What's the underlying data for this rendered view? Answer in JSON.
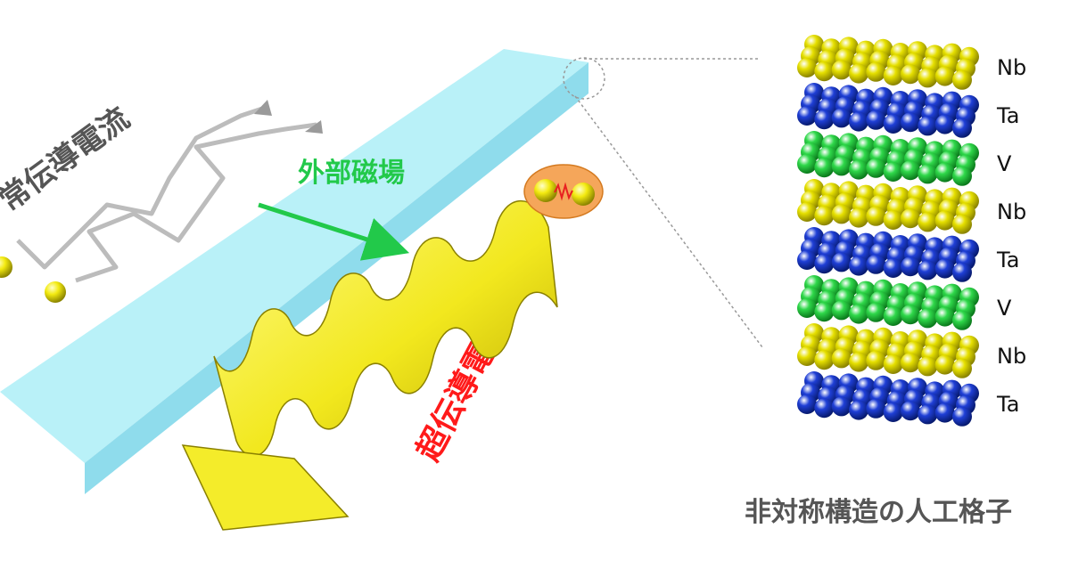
{
  "labels": {
    "normal_current": "常伝導電流",
    "external_field": "外部磁場",
    "super_current": "超伝導電流",
    "caption": "非対称構造の人工格子"
  },
  "layers": [
    {
      "element": "Nb",
      "color": "#e6e000",
      "shade": "#8a8300"
    },
    {
      "element": "Ta",
      "color": "#1f3fd6",
      "shade": "#071a6e"
    },
    {
      "element": "V",
      "color": "#2fd84a",
      "shade": "#0b7a1c"
    },
    {
      "element": "Nb",
      "color": "#e6e000",
      "shade": "#8a8300"
    },
    {
      "element": "Ta",
      "color": "#1f3fd6",
      "shade": "#071a6e"
    },
    {
      "element": "V",
      "color": "#2fd84a",
      "shade": "#0b7a1c"
    },
    {
      "element": "Nb",
      "color": "#e6e000",
      "shade": "#8a8300"
    },
    {
      "element": "Ta",
      "color": "#1f3fd6",
      "shade": "#071a6e"
    }
  ],
  "colors": {
    "strip_top": "#b9f1f8",
    "strip_front": "#8fdcec",
    "normal_label": "#555555",
    "field_label": "#22c94a",
    "super_label": "#ff1a1a",
    "wave": "#f4ec2a",
    "cooper_pair_bg": "#f5a65a"
  }
}
